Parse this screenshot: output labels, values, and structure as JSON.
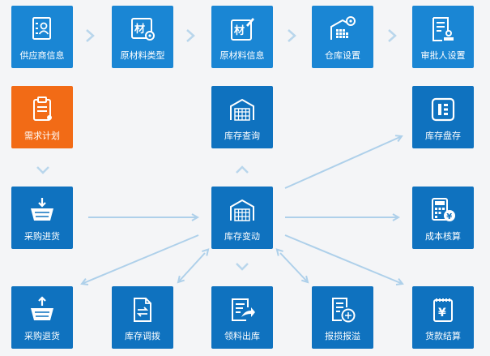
{
  "colors": {
    "tile": "#1a86d4",
    "tile_dark": "#0f72bf",
    "tile_highlight": "#f26b16",
    "arrow": "#aed0ea",
    "background": "#f4f5f7"
  },
  "nodes": {
    "supplier_info": {
      "label": "供应商信息",
      "icon": "contact-card-icon"
    },
    "material_type": {
      "label": "原材料类型",
      "icon": "material-gear-icon"
    },
    "material_info": {
      "label": "原材料信息",
      "icon": "material-edit-icon"
    },
    "warehouse_settings": {
      "label": "仓库设置",
      "icon": "warehouse-gear-icon"
    },
    "approver_settings": {
      "label": "审批人设置",
      "icon": "document-stamp-icon"
    },
    "demand_plan": {
      "label": "需求计划",
      "icon": "clipboard-icon"
    },
    "inventory_query": {
      "label": "库存查询",
      "icon": "warehouse-icon"
    },
    "inventory_count": {
      "label": "库存盘存",
      "icon": "inventory-count-icon"
    },
    "purchase_in": {
      "label": "采购进货",
      "icon": "basket-in-icon"
    },
    "inventory_change": {
      "label": "库存变动",
      "icon": "warehouse-icon"
    },
    "cost_accounting": {
      "label": "成本核算",
      "icon": "calculator-yen-icon"
    },
    "purchase_return": {
      "label": "采购退货",
      "icon": "basket-out-icon"
    },
    "inventory_transfer": {
      "label": "库存调拨",
      "icon": "transfer-doc-icon"
    },
    "material_out": {
      "label": "领料出库",
      "icon": "outbound-doc-icon"
    },
    "loss_overflow": {
      "label": "报损报溢",
      "icon": "loss-report-icon"
    },
    "payment_settlement": {
      "label": "货款结算",
      "icon": "payment-yen-icon"
    }
  }
}
